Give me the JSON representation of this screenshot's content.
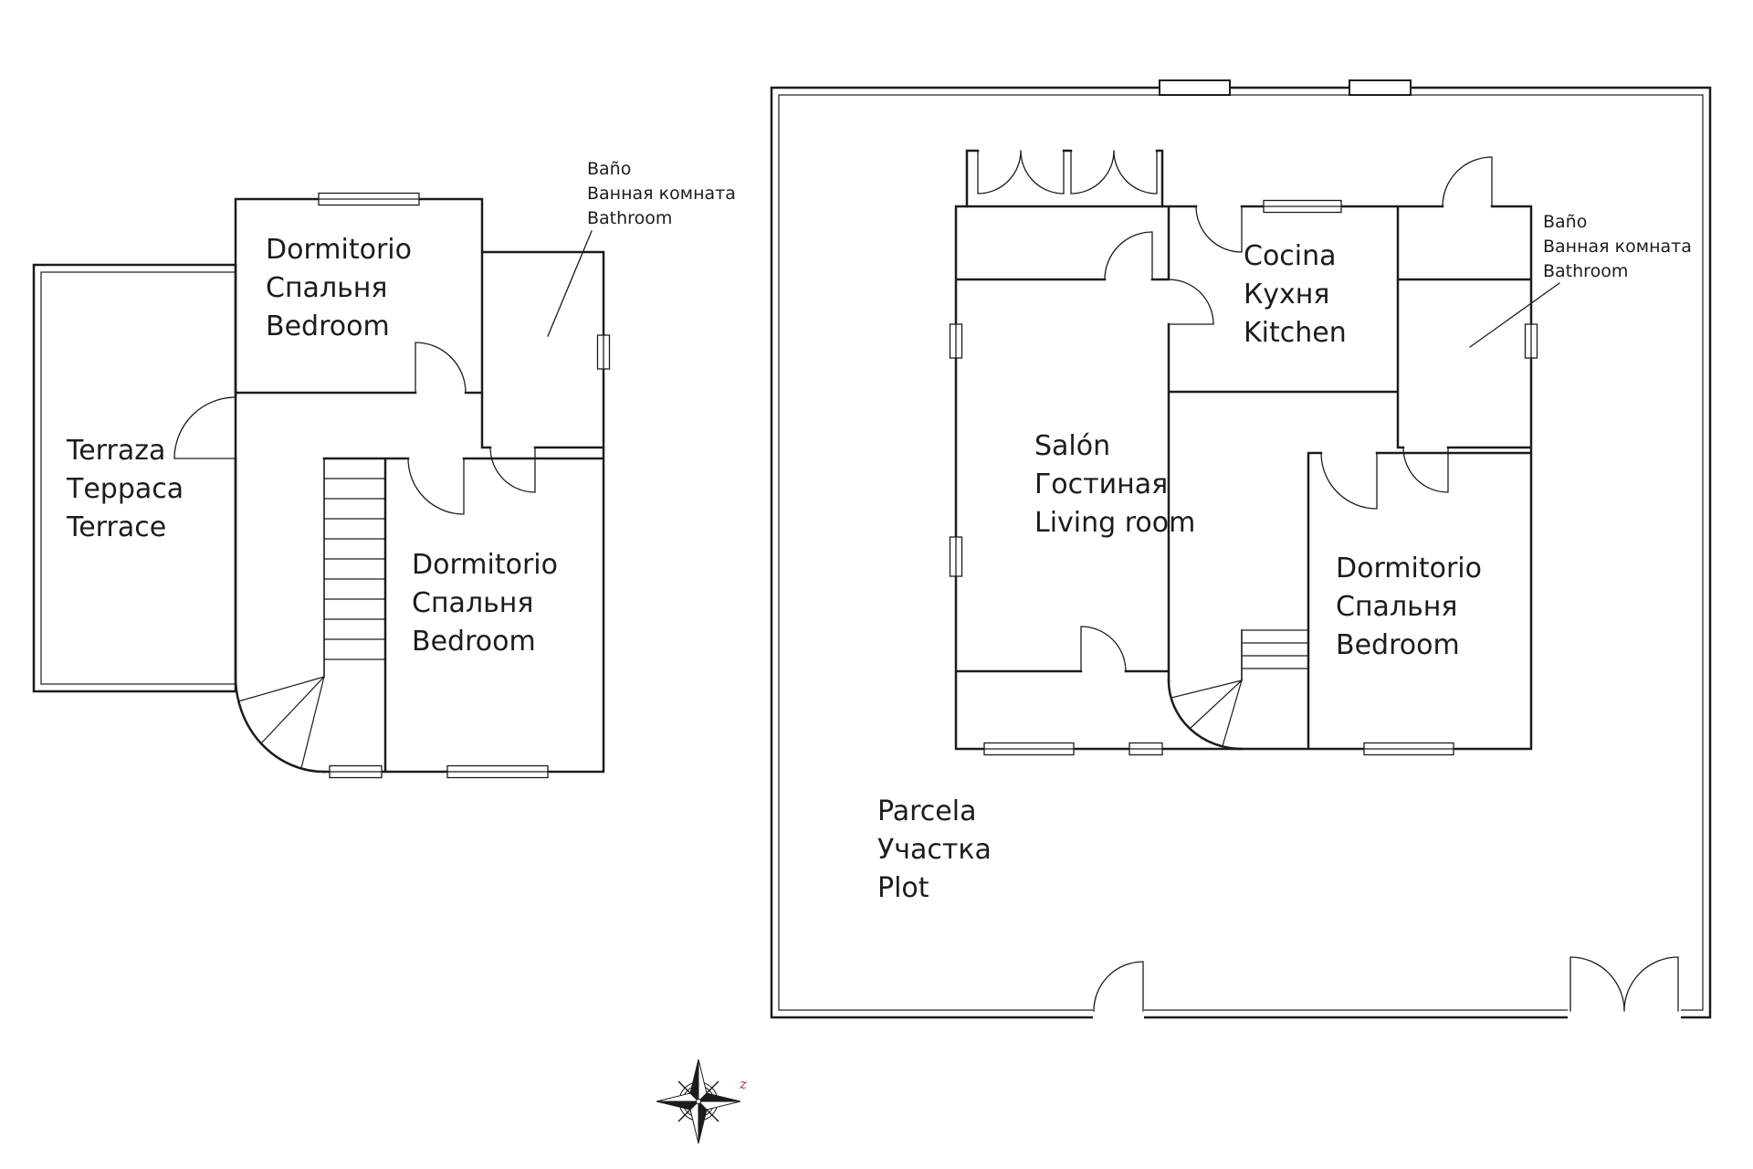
{
  "upper_floor": {
    "bedroom_top": "Dormitorio\nСпальня\nBedroom",
    "terrace": "Terraza\nТерраса\nTerrace",
    "bedroom_bottom": "Dormitorio\nСпальня\nBedroom",
    "bathroom_callout": "Baño\nВанная комната\nBathroom"
  },
  "ground_floor": {
    "kitchen": "Cocina\nКухня\nKitchen",
    "living_room": "Salón\nГостиная\nLiving room",
    "bedroom": "Dormitorio\nСпальня\nBedroom",
    "bathroom_callout": "Baño\nВанная комната\nBathroom",
    "plot": "Parcela\nУчастка\nPlot"
  },
  "compass": {
    "north_label": "z"
  },
  "colors": {
    "line": "#1c1c1c",
    "text": "#1c1c1c",
    "north_label": "#c1272d",
    "background": "#ffffff"
  }
}
